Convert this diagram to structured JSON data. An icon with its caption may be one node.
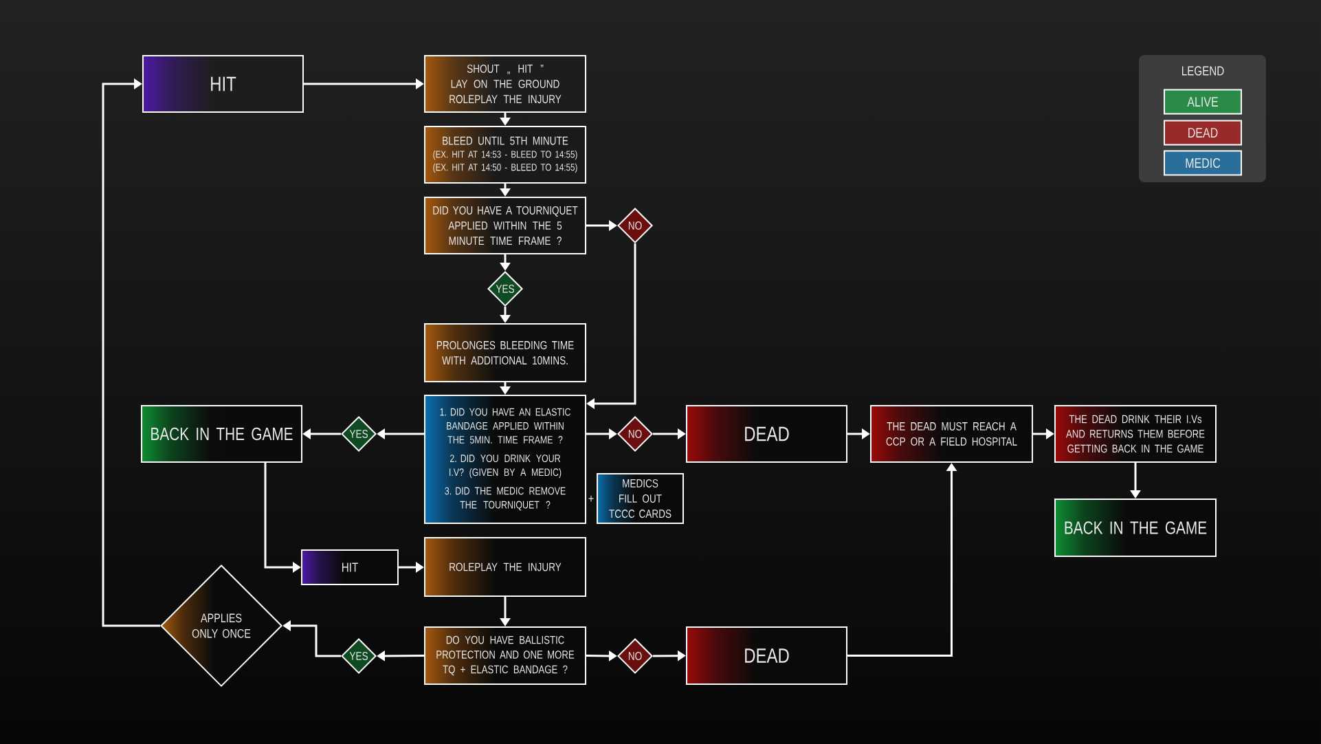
{
  "diagram": {
    "nodes": [
      {
        "text": [
          "HIT"
        ]
      },
      {
        "text": [
          "SHOUT „ HIT ”",
          "LAY ON THE GROUND",
          "ROLEPLAY THE INJURY"
        ]
      },
      {
        "text": [
          "BLEED UNTIL 5TH MINUTE",
          "(EX. HIT AT 14:53 - BLEED TO 14:55)",
          "(EX. HIT AT 14:50 - BLEED TO 14:55)"
        ]
      },
      {
        "text": [
          "DID YOU HAVE A TOURNIQUET APPLIED WITHIN THE 5 MINUTE TIME FRAME ?"
        ]
      },
      {
        "text": [
          "NO"
        ]
      },
      {
        "text": [
          "YES"
        ]
      },
      {
        "text": [
          "PROLONGES BLEEDING TIME WITH ADDITIONAL 10MINS."
        ]
      },
      {
        "text": [
          "1. DID YOU HAVE AN ELASTIC BANDAGE APPLIED WITHIN THE 5MIN. TIME FRAME ?",
          "2. DID YOU DRINK YOUR I.V? (GIVEN BY A MEDIC)",
          "3. DID THE MEDIC REMOVE THE TOURNIQUET ?"
        ]
      },
      {
        "text": [
          "BACK IN THE GAME"
        ]
      },
      {
        "text": [
          "YES"
        ]
      },
      {
        "text": [
          "NO"
        ]
      },
      {
        "text": [
          "DEAD"
        ]
      },
      {
        "text": [
          "THE DEAD MUST REACH A CCP OR A FIELD HOSPITAL"
        ]
      },
      {
        "text": [
          "THE DEAD DRINK THEIR I.Vs AND RETURNS THEM BEFORE GETTING BACK IN THE GAME"
        ]
      },
      {
        "text": [
          "MEDICS FILL OUT TCCC CARDS"
        ]
      },
      {
        "text": [
          "BACK IN THE GAME"
        ]
      },
      {
        "text": [
          "HIT"
        ]
      },
      {
        "text": [
          "ROLEPLAY THE INJURY"
        ]
      },
      {
        "text": [
          "APPLIES ONLY ONCE"
        ]
      },
      {
        "text": [
          "YES"
        ]
      },
      {
        "text": [
          "DO YOU HAVE BALLISTIC PROTECTION AND ONE MORE TQ + ELASTIC BANDAGE ?"
        ]
      },
      {
        "text": [
          "NO"
        ]
      },
      {
        "text": [
          "DEAD"
        ]
      }
    ],
    "edges": [
      {
        "from": 0,
        "to": 1,
        "arrow": "to"
      },
      {
        "from": 1,
        "to": 2,
        "arrow": "to"
      },
      {
        "from": 2,
        "to": 3,
        "arrow": "to"
      },
      {
        "from": 3,
        "to": 4,
        "arrow": "to"
      },
      {
        "from": 3,
        "to": 5,
        "arrow": "to"
      },
      {
        "from": 4,
        "to": 7,
        "arrow": "to"
      },
      {
        "from": 5,
        "to": 6,
        "arrow": "to"
      },
      {
        "from": 6,
        "to": 7,
        "arrow": "to"
      },
      {
        "from": 7,
        "to": 9,
        "arrow": "to"
      },
      {
        "from": 9,
        "to": 8,
        "arrow": "to"
      },
      {
        "from": 7,
        "to": 10,
        "arrow": "to"
      },
      {
        "from": 10,
        "to": 11,
        "arrow": "to"
      },
      {
        "from": 11,
        "to": 12,
        "arrow": "to"
      },
      {
        "from": 12,
        "to": 13,
        "arrow": "to"
      },
      {
        "from": 13,
        "to": 15,
        "arrow": "to"
      },
      {
        "from": 8,
        "to": 16,
        "arrow": "to"
      },
      {
        "from": 16,
        "to": 17,
        "arrow": "to"
      },
      {
        "from": 17,
        "to": 20,
        "arrow": "to"
      },
      {
        "from": 20,
        "to": 19,
        "arrow": "to"
      },
      {
        "from": 19,
        "to": 18,
        "arrow": "to"
      },
      {
        "from": 20,
        "to": 21,
        "arrow": "to"
      },
      {
        "from": 21,
        "to": 22,
        "arrow": "to"
      },
      {
        "from": 22,
        "to": 12,
        "arrow": "to"
      },
      {
        "from": 18,
        "to": 0,
        "arrow": "to"
      }
    ],
    "labels": [
      "LEGEND",
      "+"
    ],
    "legend": [
      {
        "text": "ALIVE",
        "color": "#2a8a48"
      },
      {
        "text": "DEAD",
        "color": "#982a2a"
      },
      {
        "text": "MEDIC",
        "color": "#2a6f9a"
      }
    ]
  }
}
